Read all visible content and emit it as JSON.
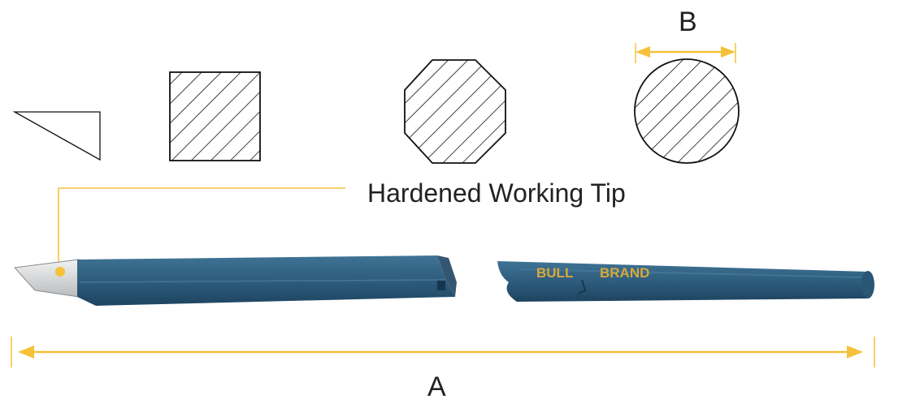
{
  "labels": {
    "dimension_b": "B",
    "callout": "Hardened Working Tip",
    "dimension_a": "A",
    "brand_word_1": "BULL",
    "brand_word_2": "BRAND"
  },
  "colors": {
    "accent": "#f5c13a",
    "steel": "#2c5a7a",
    "steel_dark": "#1e4460",
    "steel_light": "#3f7395",
    "brand_text": "#d8a83a",
    "line": "#111111"
  }
}
